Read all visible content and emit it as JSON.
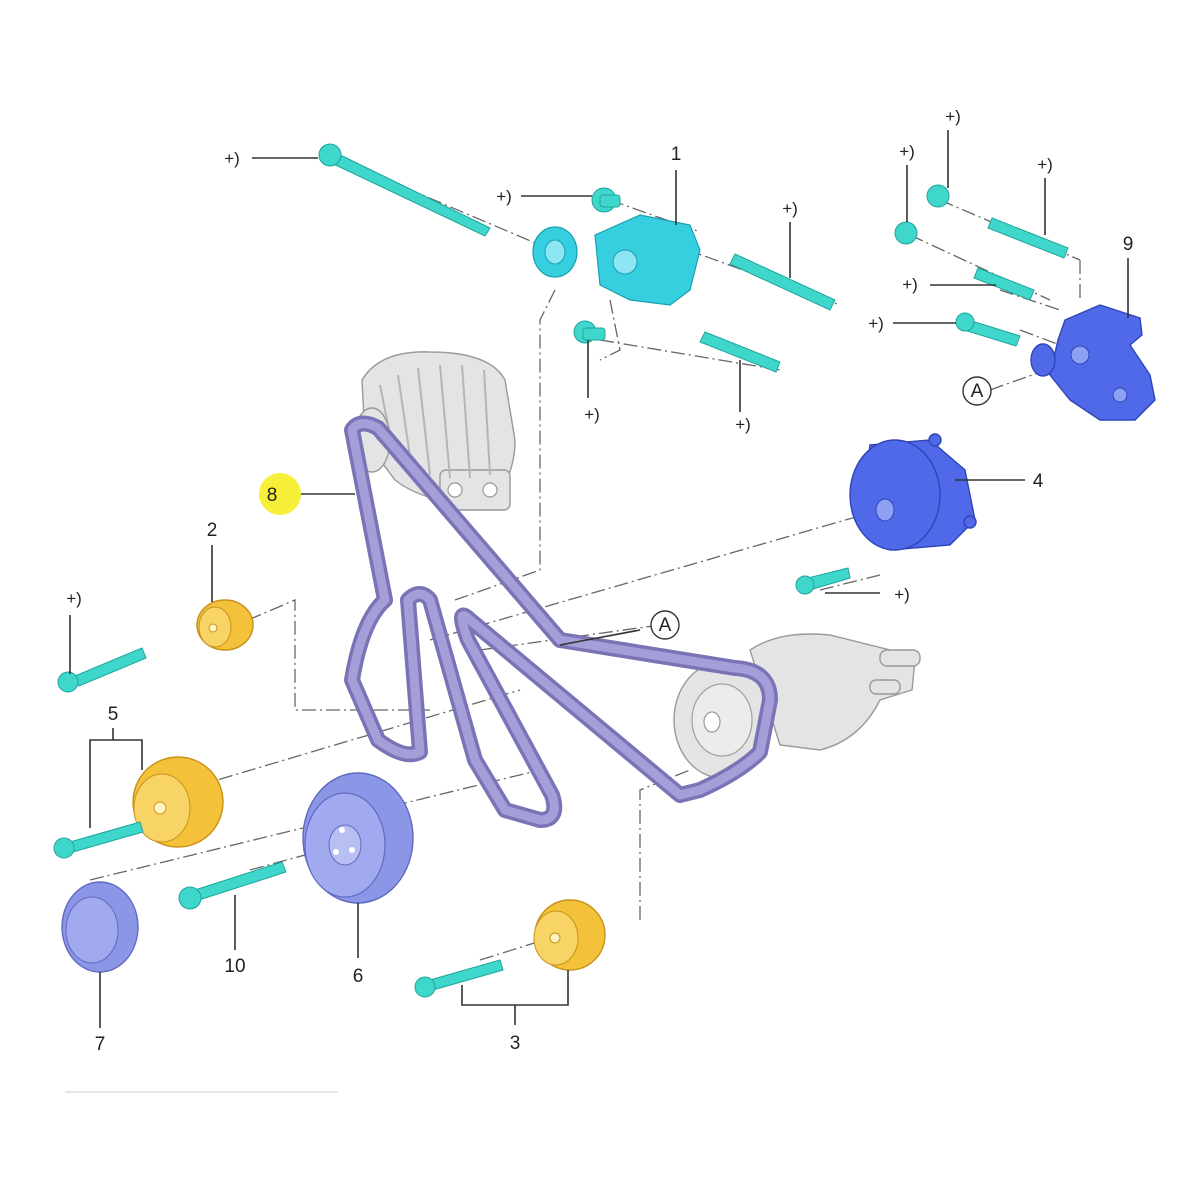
{
  "callouts": {
    "c1": "1",
    "c2": "2",
    "c3": "3",
    "c4": "4",
    "c5": "5",
    "c6": "6",
    "c7": "7",
    "c8": "8",
    "c9": "9",
    "c10": "10"
  },
  "plus_note": "+)",
  "ref_A": "A",
  "colors": {
    "bolt": "#3fd6cc",
    "bracket": "#36cfe0",
    "blue_part": "#4f69e8",
    "idler": "#f4c23a",
    "belt": "#7a74b6",
    "highlight": "#f7f03a"
  }
}
